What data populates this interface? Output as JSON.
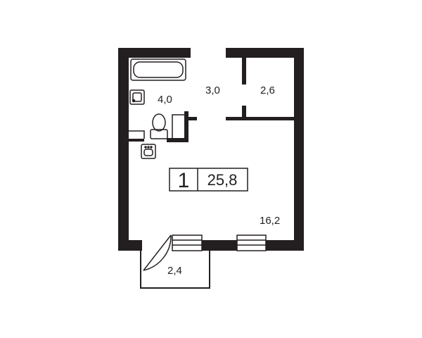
{
  "colors": {
    "wall": "#231f20",
    "line": "#231f20",
    "background": "#ffffff"
  },
  "badge": {
    "rooms": "1",
    "total_area": "25,8"
  },
  "rooms": {
    "bathroom": {
      "area": "4,0"
    },
    "corridor": {
      "area": "3,0"
    },
    "storage": {
      "area": "2,6"
    },
    "living": {
      "area": "16,2"
    },
    "balcony": {
      "area": "2,4"
    }
  },
  "icons": [
    "bathtub-icon",
    "sink-icon",
    "toilet-icon",
    "washbasin-icon",
    "window-icon",
    "door-icon"
  ]
}
